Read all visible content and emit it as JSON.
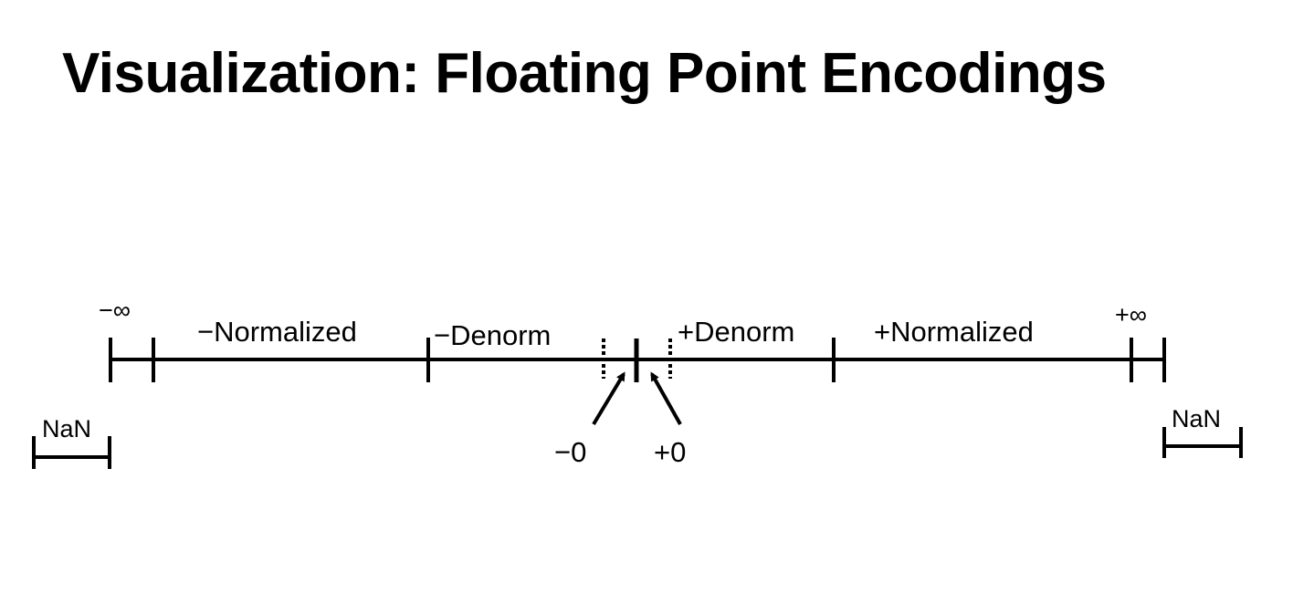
{
  "title": "Visualization: Floating Point Encodings",
  "colors": {
    "background": "#ffffff",
    "ink": "#000000"
  },
  "diagram": {
    "labels": {
      "neg_infinity": "−∞",
      "neg_normalized": "−Normalized",
      "neg_denorm": "−Denorm",
      "pos_denorm": "+Denorm",
      "pos_normalized": "+Normalized",
      "pos_infinity": "+∞",
      "neg_zero": "−0",
      "pos_zero": "+0",
      "nan_left": "NaN",
      "nan_right": "NaN"
    }
  },
  "chart_data": {
    "type": "number-line",
    "title": "Visualization: Floating Point Encodings",
    "regions": [
      {
        "label": "NaN",
        "side": "negative",
        "position": "beyond −∞"
      },
      {
        "label": "−∞",
        "type": "point"
      },
      {
        "label": "−Normalized",
        "type": "interval"
      },
      {
        "label": "−Denorm",
        "type": "interval"
      },
      {
        "label": "−0",
        "type": "point"
      },
      {
        "label": "+0",
        "type": "point"
      },
      {
        "label": "+Denorm",
        "type": "interval"
      },
      {
        "label": "+Normalized",
        "type": "interval"
      },
      {
        "label": "+∞",
        "type": "point"
      },
      {
        "label": "NaN",
        "side": "positive",
        "position": "beyond +∞"
      }
    ]
  }
}
